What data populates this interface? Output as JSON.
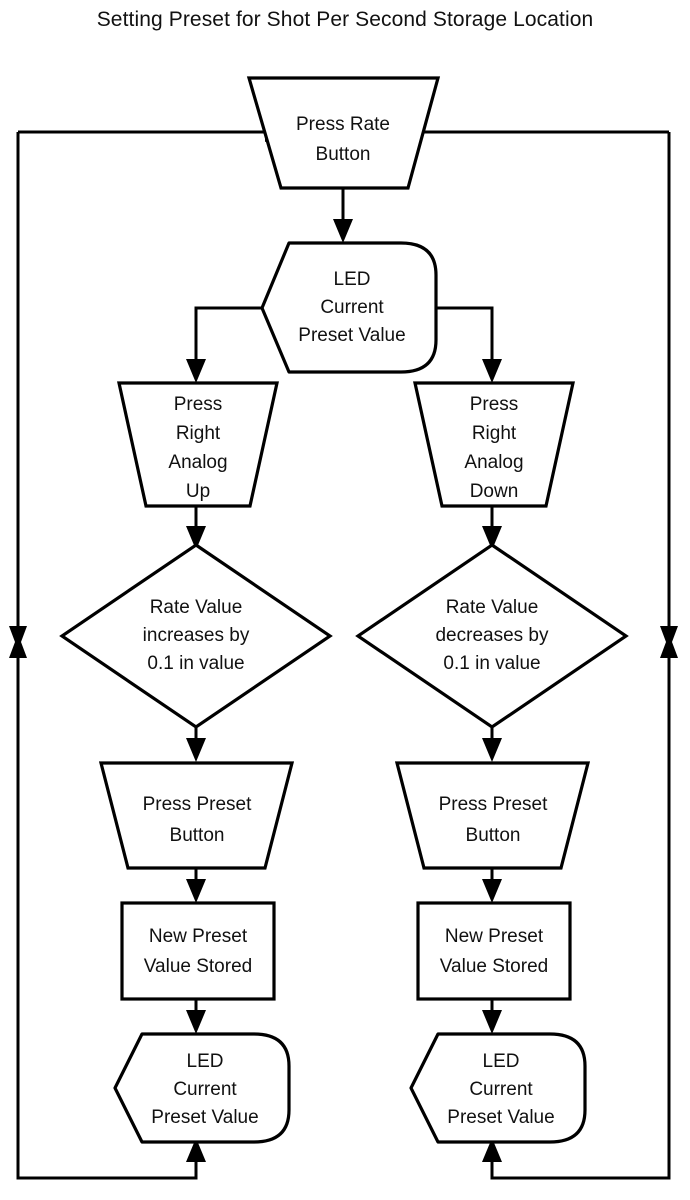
{
  "title": "Setting Preset for Shot Per Second Storage Location",
  "diagram": {
    "type": "flowchart",
    "orientation": "top-down",
    "background_color": "#ffffff",
    "line_color": "#000000",
    "text_color": "#111111",
    "nodes": [
      {
        "id": "press-rate-button",
        "shape": "trapezoid-manual-operation",
        "lines": [
          "Press Rate",
          "Button"
        ]
      },
      {
        "id": "led-current-preset-value-top",
        "shape": "display",
        "lines": [
          "LED",
          "Current",
          "Preset Value"
        ]
      },
      {
        "id": "press-right-analog-up",
        "shape": "trapezoid-manual-operation",
        "lines": [
          "Press",
          "Right",
          "Analog",
          "Up"
        ]
      },
      {
        "id": "press-right-analog-down",
        "shape": "trapezoid-manual-operation",
        "lines": [
          "Press",
          "Right",
          "Analog",
          "Down"
        ]
      },
      {
        "id": "rate-value-increases",
        "shape": "diamond-decision",
        "lines": [
          "Rate Value",
          "increases by",
          "0.1 in value"
        ]
      },
      {
        "id": "rate-value-decreases",
        "shape": "diamond-decision",
        "lines": [
          "Rate Value",
          "decreases by",
          "0.1 in value"
        ]
      },
      {
        "id": "press-preset-button-left",
        "shape": "trapezoid-manual-operation",
        "lines": [
          "Press Preset",
          "Button"
        ]
      },
      {
        "id": "press-preset-button-right",
        "shape": "trapezoid-manual-operation",
        "lines": [
          "Press Preset",
          "Button"
        ]
      },
      {
        "id": "new-preset-value-stored-left",
        "shape": "rectangle-process",
        "lines": [
          "New Preset",
          "Value Stored"
        ]
      },
      {
        "id": "new-preset-value-stored-right",
        "shape": "rectangle-process",
        "lines": [
          "New Preset",
          "Value Stored"
        ]
      },
      {
        "id": "led-current-preset-value-bottom-left",
        "shape": "display",
        "lines": [
          "LED",
          "Current",
          "Preset Value"
        ]
      },
      {
        "id": "led-current-preset-value-bottom-right",
        "shape": "display",
        "lines": [
          "LED",
          "Current",
          "Preset Value"
        ]
      }
    ],
    "edges": [
      {
        "from": "press-rate-button",
        "to": "led-current-preset-value-top",
        "label": ""
      },
      {
        "from": "led-current-preset-value-top",
        "to": "press-right-analog-up",
        "label": ""
      },
      {
        "from": "led-current-preset-value-top",
        "to": "press-right-analog-down",
        "label": ""
      },
      {
        "from": "press-right-analog-up",
        "to": "rate-value-increases",
        "label": ""
      },
      {
        "from": "press-right-analog-down",
        "to": "rate-value-decreases",
        "label": ""
      },
      {
        "from": "rate-value-increases",
        "to": "press-preset-button-left",
        "label": ""
      },
      {
        "from": "rate-value-decreases",
        "to": "press-preset-button-right",
        "label": ""
      },
      {
        "from": "press-preset-button-left",
        "to": "new-preset-value-stored-left",
        "label": ""
      },
      {
        "from": "press-preset-button-right",
        "to": "new-preset-value-stored-right",
        "label": ""
      },
      {
        "from": "new-preset-value-stored-left",
        "to": "led-current-preset-value-bottom-left",
        "label": ""
      },
      {
        "from": "new-preset-value-stored-right",
        "to": "led-current-preset-value-bottom-right",
        "label": ""
      },
      {
        "from": "led-current-preset-value-bottom-left",
        "to": "press-rate-button",
        "label": ""
      },
      {
        "from": "led-current-preset-value-bottom-right",
        "to": "press-rate-button",
        "label": ""
      }
    ]
  },
  "labels": {
    "n1_l1": "Press Rate",
    "n1_l2": "Button",
    "n2_l1": "LED",
    "n2_l2": "Current",
    "n2_l3": "Preset Value",
    "n3_l1": "Press",
    "n3_l2": "Right",
    "n3_l3": "Analog",
    "n3_l4": "Up",
    "n4_l1": "Press",
    "n4_l2": "Right",
    "n4_l3": "Analog",
    "n4_l4": "Down",
    "n5_l1": "Rate Value",
    "n5_l2": "increases by",
    "n5_l3": "0.1 in value",
    "n6_l1": "Rate Value",
    "n6_l2": "decreases by",
    "n6_l3": "0.1 in value",
    "n7_l1": "Press Preset",
    "n7_l2": "Button",
    "n8_l1": "Press Preset",
    "n8_l2": "Button",
    "n9_l1": "New Preset",
    "n9_l2": "Value Stored",
    "n10_l1": "New Preset",
    "n10_l2": "Value Stored",
    "n11_l1": "LED",
    "n11_l2": "Current",
    "n11_l3": "Preset Value",
    "n12_l1": "LED",
    "n12_l2": "Current",
    "n12_l3": "Preset Value"
  }
}
